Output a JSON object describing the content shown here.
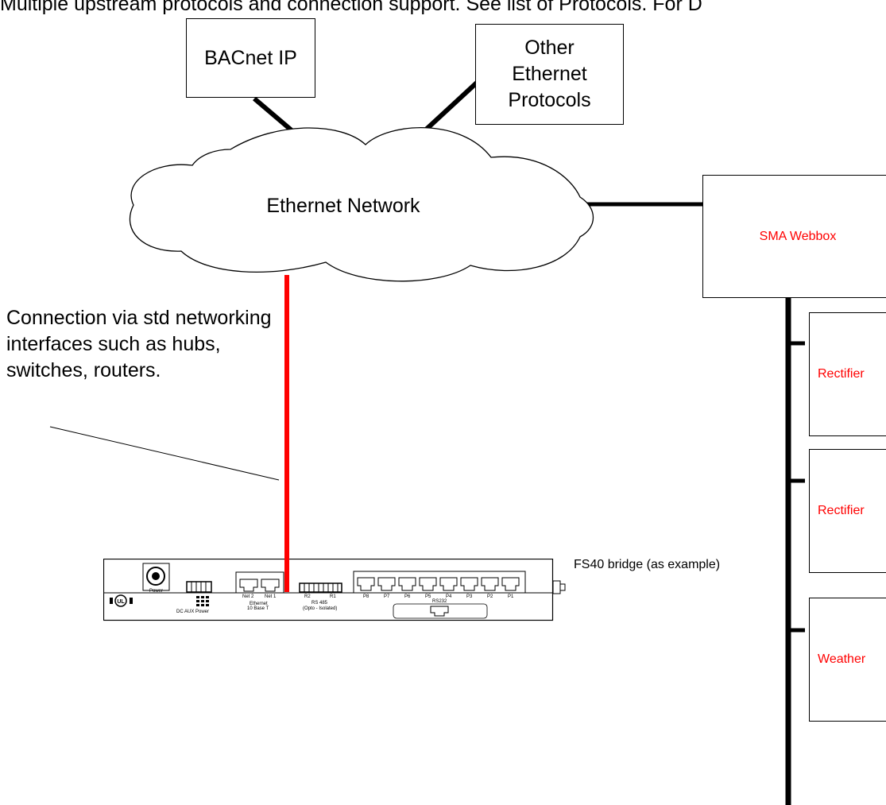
{
  "banner": {
    "text": "Multiple upstream protocols and connection support. See list of Protocols. For D"
  },
  "upstream_boxes": [
    {
      "label": "BACnet IP"
    },
    {
      "label": "Other Ethernet Protocols"
    }
  ],
  "cloud": {
    "label": "Ethernet Network"
  },
  "webbox": {
    "label": "SMA Webbox",
    "color": "#ff0000"
  },
  "devices": [
    {
      "label": "Rectifier",
      "color": "#ff0000"
    },
    {
      "label": "Rectifier",
      "color": "#ff0000"
    },
    {
      "label": "Weather",
      "color": "#ff0000"
    }
  ],
  "connection_note": "Connection via std networking interfaces such as hubs, switches, routers.",
  "bridge": {
    "label": "FS40 bridge (as example)",
    "power_label": "Power",
    "dc_aux_label": "DC AUX Power",
    "net2_label": "Net 2",
    "net1_label": "Net 1",
    "ethernet_label": "Ethernet",
    "ethernet_sub": "10 Base T",
    "r2_label": "R2",
    "r1_label": "R1",
    "rs485_label": "RS 485",
    "rs485_sub": "(Opto - Isolated)",
    "rs232_label": "RS232",
    "ports": [
      "P8",
      "P7",
      "P6",
      "P5",
      "P4",
      "P3",
      "P2",
      "P1"
    ]
  },
  "colors": {
    "ethernet_link": "#ff0000",
    "line": "#000000"
  }
}
